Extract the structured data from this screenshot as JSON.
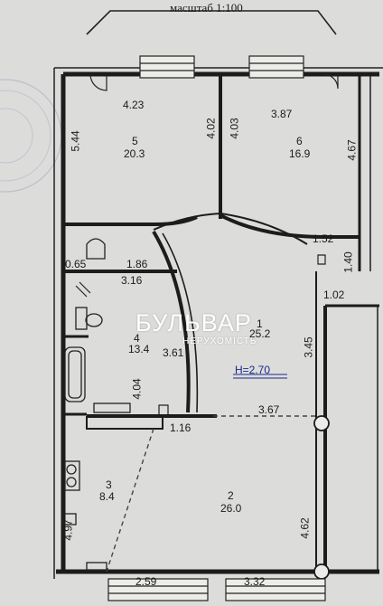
{
  "scale": "масштаб 1:100",
  "room5": {
    "number": "5",
    "area": "20.3",
    "width": "4.23",
    "length": "5.44"
  },
  "room6": {
    "number": "6",
    "area": "16.9",
    "width": "3.87",
    "length": "4.67"
  },
  "room1": {
    "number": "1",
    "area": "25.2",
    "length": "3.45"
  },
  "room4": {
    "number": "4",
    "area": "13.4",
    "length": "3.61"
  },
  "room3": {
    "number": "3",
    "area": "8.4",
    "length": "4.97"
  },
  "room2": {
    "number": "2",
    "area": "26.0",
    "length": "4.62"
  },
  "dims": {
    "wall_5_6_left": "4.02",
    "wall_5_6_right": "4.03",
    "d_165": "0.65",
    "d_186": "1.86",
    "d_316": "3.16",
    "d_152": "1.52",
    "d_140": "1.40",
    "d_102": "1.02",
    "d_404": "4.04",
    "d_116": "1.16",
    "d_367": "3.67",
    "d_259": "2.59",
    "d_332": "3.32"
  },
  "ceiling_height": "H=2.70",
  "watermark": {
    "title": "БУЛЬВАР",
    "subtitle": "НЕРУХОМІСТЬ"
  }
}
